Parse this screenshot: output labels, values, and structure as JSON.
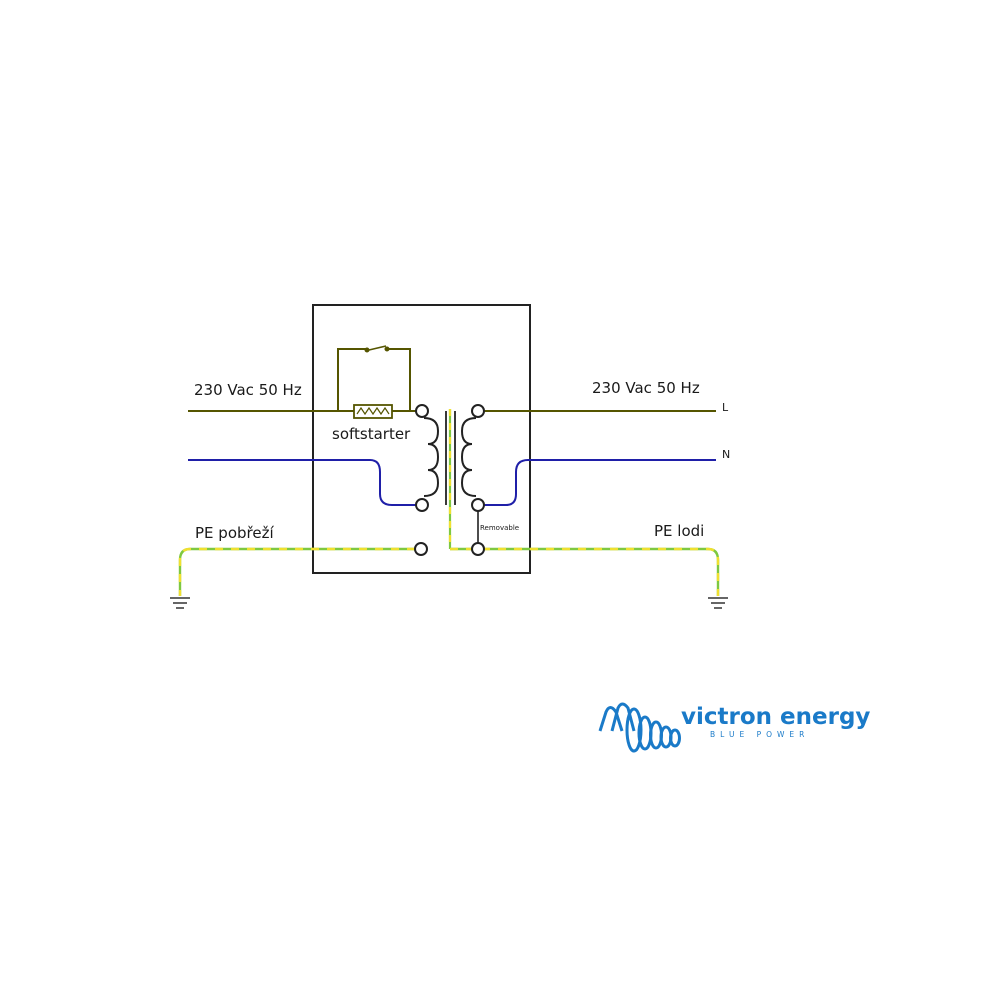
{
  "labels": {
    "input_voltage": "230 Vac 50 Hz",
    "output_voltage": "230 Vac 50 Hz",
    "softstarter": "softstarter",
    "line_marker": "L",
    "neutral_marker": "N",
    "pe_shore": "PE pobřeží",
    "pe_boat": "PE lodi",
    "removable": "Removable"
  },
  "logo": {
    "brand": "victron energy",
    "tagline": "BLUE POWER"
  },
  "colors": {
    "line": "#555500",
    "neutral": "#1f1fa8",
    "pe_green": "#7ec840",
    "pe_yellow": "#f0e030",
    "box": "#222222",
    "brand": "#1a7ac8"
  }
}
